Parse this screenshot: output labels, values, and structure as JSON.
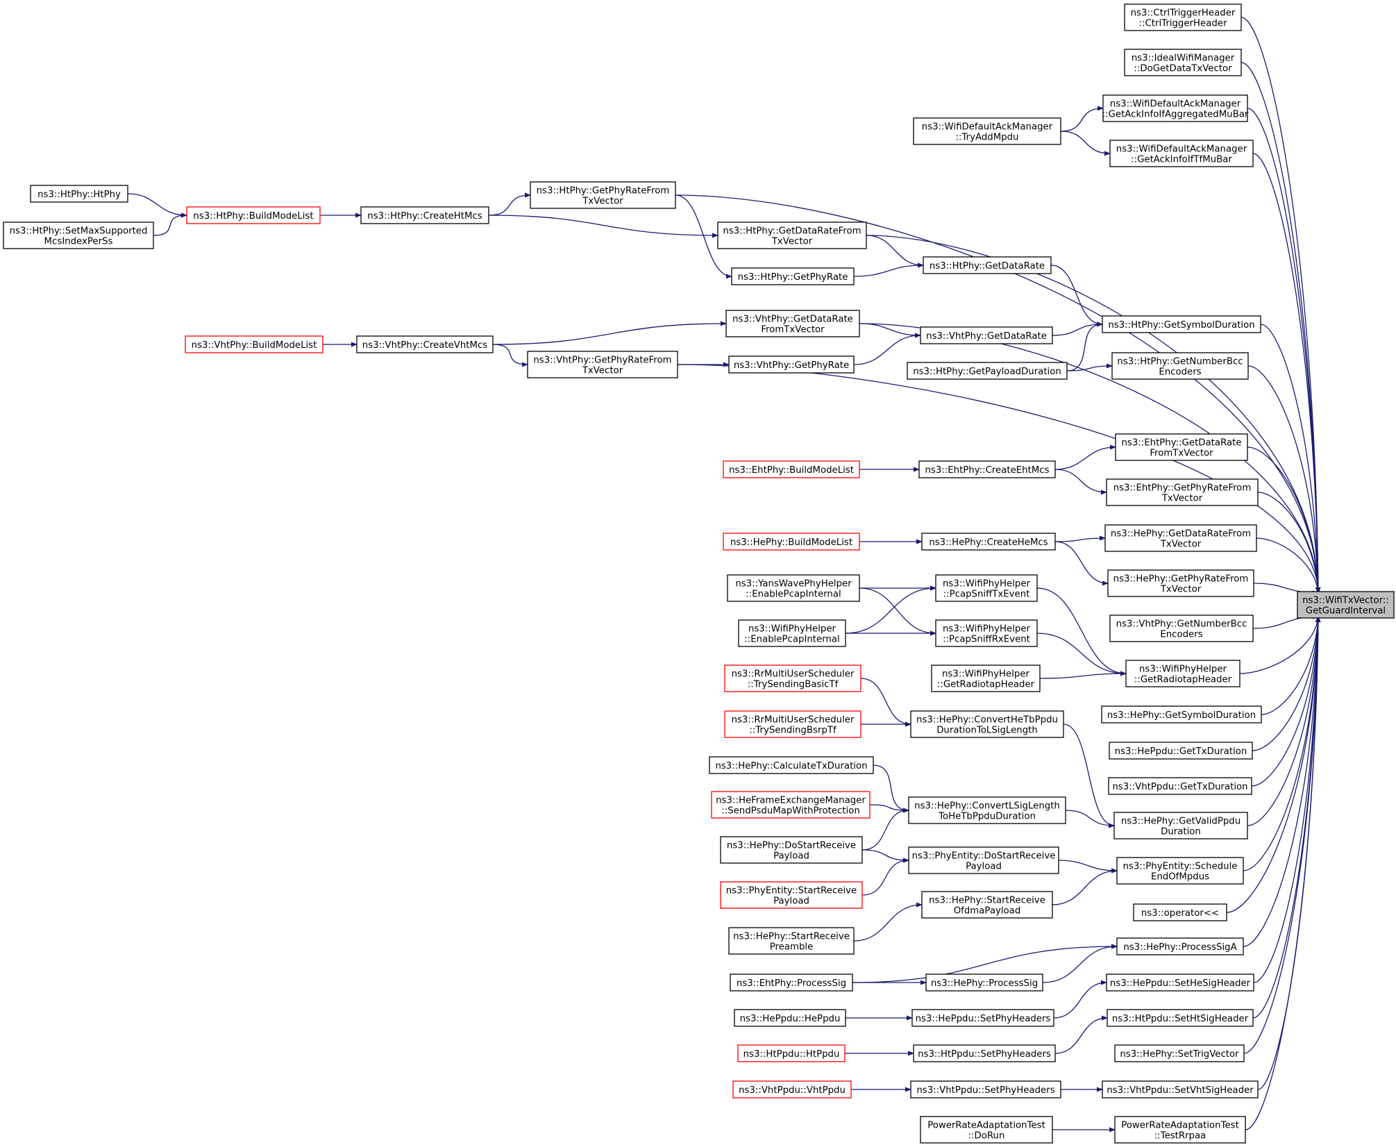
{
  "colors": {
    "edge": "#191970",
    "node_border": "#000000",
    "truncated_border": "#ff0000",
    "target_fill": "#bfbfbf"
  },
  "nodes": [
    {
      "id": "target",
      "lines": [
        "ns3::WifiTxVector::",
        "GetGuardInterval"
      ],
      "kind": "target"
    },
    {
      "id": "ctrl_trigger",
      "lines": [
        "ns3::CtrlTriggerHeader",
        "::CtrlTriggerHeader"
      ]
    },
    {
      "id": "ideal_dogetdata",
      "lines": [
        "ns3::IdealWifiManager",
        "::DoGetDataTxVector"
      ]
    },
    {
      "id": "ack_aggmubar",
      "lines": [
        "ns3::WifiDefaultAckManager",
        "::GetAckInfoIfAggregatedMuBar"
      ]
    },
    {
      "id": "ack_tfmubar",
      "lines": [
        "ns3::WifiDefaultAckManager",
        "::GetAckInfoIfTfMuBar"
      ]
    },
    {
      "id": "ack_tryadd",
      "lines": [
        "ns3::WifiDefaultAckManager",
        "::TryAddMpdu"
      ]
    },
    {
      "id": "ht_htphy",
      "lines": [
        "ns3::HtPhy::HtPhy"
      ]
    },
    {
      "id": "ht_setmax",
      "lines": [
        "ns3::HtPhy::SetMaxSupported",
        "McsIndexPerSs"
      ]
    },
    {
      "id": "ht_buildmode",
      "lines": [
        "ns3::HtPhy::BuildModeList"
      ],
      "kind": "red"
    },
    {
      "id": "ht_createhtmcs",
      "lines": [
        "ns3::HtPhy::CreateHtMcs"
      ]
    },
    {
      "id": "ht_getphyratefrom",
      "lines": [
        "ns3::HtPhy::GetPhyRateFrom",
        "TxVector"
      ]
    },
    {
      "id": "ht_getdataratefrom",
      "lines": [
        "ns3::HtPhy::GetDataRateFrom",
        "TxVector"
      ]
    },
    {
      "id": "ht_getphyrate",
      "lines": [
        "ns3::HtPhy::GetPhyRate"
      ]
    },
    {
      "id": "ht_getdatarate",
      "lines": [
        "ns3::HtPhy::GetDataRate"
      ]
    },
    {
      "id": "ht_getsymbol",
      "lines": [
        "ns3::HtPhy::GetSymbolDuration"
      ]
    },
    {
      "id": "ht_getpayload",
      "lines": [
        "ns3::HtPhy::GetPayloadDuration"
      ]
    },
    {
      "id": "ht_getnumbcc",
      "lines": [
        "ns3::HtPhy::GetNumberBcc",
        "Encoders"
      ]
    },
    {
      "id": "vht_buildmode",
      "lines": [
        "ns3::VhtPhy::BuildModeList"
      ],
      "kind": "red"
    },
    {
      "id": "vht_createvhtmcs",
      "lines": [
        "ns3::VhtPhy::CreateVhtMcs"
      ]
    },
    {
      "id": "vht_getdataratefrom",
      "lines": [
        "ns3::VhtPhy::GetDataRate",
        "FromTxVector"
      ]
    },
    {
      "id": "vht_getphyratefrom",
      "lines": [
        "ns3::VhtPhy::GetPhyRateFrom",
        "TxVector"
      ]
    },
    {
      "id": "vht_getdatarate",
      "lines": [
        "ns3::VhtPhy::GetDataRate"
      ]
    },
    {
      "id": "vht_getphyrate",
      "lines": [
        "ns3::VhtPhy::GetPhyRate"
      ]
    },
    {
      "id": "vht_getnumbcc",
      "lines": [
        "ns3::VhtPhy::GetNumberBcc",
        "Encoders"
      ]
    },
    {
      "id": "eht_buildmode",
      "lines": [
        "ns3::EhtPhy::BuildModeList"
      ],
      "kind": "red"
    },
    {
      "id": "eht_createehtmcs",
      "lines": [
        "ns3::EhtPhy::CreateEhtMcs"
      ]
    },
    {
      "id": "eht_getdataratefrom",
      "lines": [
        "ns3::EhtPhy::GetDataRate",
        "FromTxVector"
      ]
    },
    {
      "id": "eht_getphyratefrom",
      "lines": [
        "ns3::EhtPhy::GetPhyRateFrom",
        "TxVector"
      ]
    },
    {
      "id": "he_buildmode",
      "lines": [
        "ns3::HePhy::BuildModeList"
      ],
      "kind": "red"
    },
    {
      "id": "he_createhemcs",
      "lines": [
        "ns3::HePhy::CreateHeMcs"
      ]
    },
    {
      "id": "he_getdataratefrom",
      "lines": [
        "ns3::HePhy::GetDataRateFrom",
        "TxVector"
      ]
    },
    {
      "id": "he_getphyratefrom",
      "lines": [
        "ns3::HePhy::GetPhyRateFrom",
        "TxVector"
      ]
    },
    {
      "id": "yans_enablepcap",
      "lines": [
        "ns3::YansWavePhyHelper",
        "::EnablePcapInternal"
      ]
    },
    {
      "id": "wifihelper_enablepcap",
      "lines": [
        "ns3::WifiPhyHelper",
        "::EnablePcapInternal"
      ]
    },
    {
      "id": "pcap_tx",
      "lines": [
        "ns3::WifiPhyHelper",
        "::PcapSniffTxEvent"
      ]
    },
    {
      "id": "pcap_rx",
      "lines": [
        "ns3::WifiPhyHelper",
        "::PcapSniffRxEvent"
      ]
    },
    {
      "id": "radiotap_left",
      "lines": [
        "ns3::WifiPhyHelper",
        "::GetRadiotapHeader"
      ]
    },
    {
      "id": "radiotap_right",
      "lines": [
        "ns3::WifiPhyHelper",
        "::GetRadiotapHeader"
      ]
    },
    {
      "id": "rr_basictf",
      "lines": [
        "ns3::RrMultiUserScheduler",
        "::TrySendingBasicTf"
      ],
      "kind": "red"
    },
    {
      "id": "rr_bsrptf",
      "lines": [
        "ns3::RrMultiUserScheduler",
        "::TrySendingBsrpTf"
      ],
      "kind": "red"
    },
    {
      "id": "he_converthetb",
      "lines": [
        "ns3::HePhy::ConvertHeTbPpdu",
        "DurationToLSigLength"
      ]
    },
    {
      "id": "he_gethesymbol",
      "lines": [
        "ns3::HePhy::GetSymbolDuration"
      ]
    },
    {
      "id": "heppdu_gettx",
      "lines": [
        "ns3::HePpdu::GetTxDuration"
      ]
    },
    {
      "id": "vhtppdu_gettx",
      "lines": [
        "ns3::VhtPpdu::GetTxDuration"
      ]
    },
    {
      "id": "he_calctx",
      "lines": [
        "ns3::HePhy::CalculateTxDuration"
      ]
    },
    {
      "id": "hefem_sendpsdu",
      "lines": [
        "ns3::HeFrameExchangeManager",
        "::SendPsduMapWithProtection"
      ],
      "kind": "red"
    },
    {
      "id": "he_convertlsig",
      "lines": [
        "ns3::HePhy::ConvertLSigLength",
        "ToHeTbPpduDuration"
      ]
    },
    {
      "id": "he_getvalid",
      "lines": [
        "ns3::HePhy::GetValidPpdu",
        "Duration"
      ]
    },
    {
      "id": "he_dostartrx",
      "lines": [
        "ns3::HePhy::DoStartReceive",
        "Payload"
      ]
    },
    {
      "id": "phyent_startrx",
      "lines": [
        "ns3::PhyEntity::StartReceive",
        "Payload"
      ],
      "kind": "red"
    },
    {
      "id": "phyent_dostartrx",
      "lines": [
        "ns3::PhyEntity::DoStartReceive",
        "Payload"
      ]
    },
    {
      "id": "phyent_schedule",
      "lines": [
        "ns3::PhyEntity::Schedule",
        "EndOfMpdus"
      ]
    },
    {
      "id": "he_startrxofdma",
      "lines": [
        "ns3::HePhy::StartReceive",
        "OfdmaPayload"
      ]
    },
    {
      "id": "operator_ll",
      "lines": [
        "ns3::operator<<"
      ]
    },
    {
      "id": "he_startrxpre",
      "lines": [
        "ns3::HePhy::StartReceive",
        "Preamble"
      ]
    },
    {
      "id": "he_processsiga",
      "lines": [
        "ns3::HePhy::ProcessSigA"
      ]
    },
    {
      "id": "eht_processsig",
      "lines": [
        "ns3::EhtPhy::ProcessSig"
      ]
    },
    {
      "id": "he_processsig",
      "lines": [
        "ns3::HePhy::ProcessSig"
      ]
    },
    {
      "id": "heppdu_sethesig",
      "lines": [
        "ns3::HePpdu::SetHeSigHeader"
      ]
    },
    {
      "id": "heppdu_heppdu",
      "lines": [
        "ns3::HePpdu::HePpdu"
      ]
    },
    {
      "id": "heppdu_setphy",
      "lines": [
        "ns3::HePpdu::SetPhyHeaders"
      ]
    },
    {
      "id": "htppdu_sethtsig",
      "lines": [
        "ns3::HtPpdu::SetHtSigHeader"
      ]
    },
    {
      "id": "htppdu_htppdu",
      "lines": [
        "ns3::HtPpdu::HtPpdu"
      ],
      "kind": "red"
    },
    {
      "id": "htppdu_setphy",
      "lines": [
        "ns3::HtPpdu::SetPhyHeaders"
      ]
    },
    {
      "id": "he_settrig",
      "lines": [
        "ns3::HePhy::SetTrigVector"
      ]
    },
    {
      "id": "vhtppdu_vhtppdu",
      "lines": [
        "ns3::VhtPpdu::VhtPpdu"
      ],
      "kind": "red"
    },
    {
      "id": "vhtppdu_setphy",
      "lines": [
        "ns3::VhtPpdu::SetPhyHeaders"
      ]
    },
    {
      "id": "vhtppdu_setvhtsig",
      "lines": [
        "ns3::VhtPpdu::SetVhtSigHeader"
      ]
    },
    {
      "id": "prat_dorun",
      "lines": [
        "PowerRateAdaptationTest",
        "::DoRun"
      ]
    },
    {
      "id": "prat_testrpaa",
      "lines": [
        "PowerRateAdaptationTest",
        "::TestRrpaa"
      ]
    }
  ]
}
